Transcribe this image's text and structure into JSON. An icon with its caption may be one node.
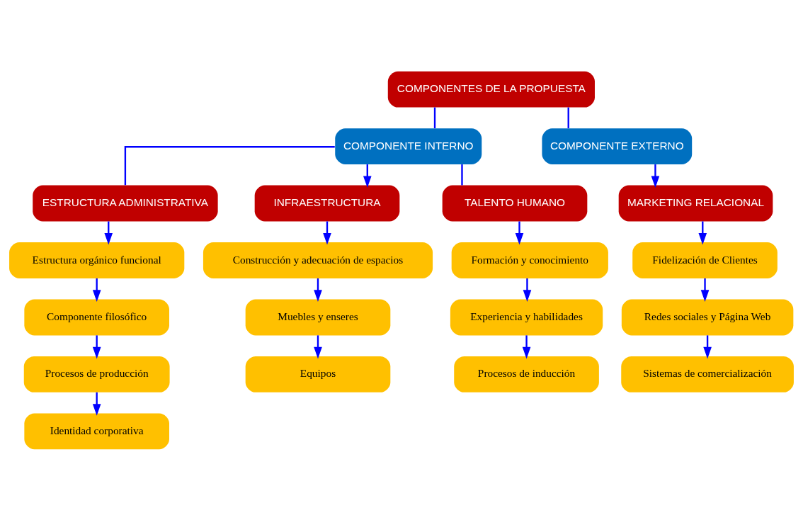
{
  "diagram": {
    "nodes": [
      {
        "text": [
          "COMPONENTES DE LA PROPUESTA"
        ]
      },
      {
        "text": [
          "COMPONENTE INTERNO"
        ]
      },
      {
        "text": [
          "COMPONENTE EXTERNO"
        ]
      },
      {
        "text": [
          "ESTRUCTURA ADMINISTRATIVA"
        ]
      },
      {
        "text": [
          "INFRAESTRUCTURA"
        ]
      },
      {
        "text": [
          "TALENTO HUMANO"
        ]
      },
      {
        "text": [
          "MARKETING RELACIONAL"
        ]
      },
      {
        "text": [
          "Estructura orgánico funcional"
        ]
      },
      {
        "text": [
          "Construcción y adecuación de espacios"
        ]
      },
      {
        "text": [
          "Formación y conocimiento"
        ]
      },
      {
        "text": [
          "Fidelización de Clientes"
        ]
      },
      {
        "text": [
          "Componente filosófico"
        ]
      },
      {
        "text": [
          "Muebles y enseres"
        ]
      },
      {
        "text": [
          "Experiencia y habilidades"
        ]
      },
      {
        "text": [
          "Redes sociales y Página Web"
        ]
      },
      {
        "text": [
          "Procesos de producción"
        ]
      },
      {
        "text": [
          "Equipos"
        ]
      },
      {
        "text": [
          "Procesos de inducción"
        ]
      },
      {
        "text": [
          "Sistemas de comercialización"
        ]
      },
      {
        "text": [
          "Identidad corporativa"
        ]
      }
    ],
    "edges": [
      {
        "from": 0,
        "to": 1,
        "arrow": "none"
      },
      {
        "from": 0,
        "to": 2,
        "arrow": "none"
      },
      {
        "from": 1,
        "to": 3,
        "arrow": "none"
      },
      {
        "from": 1,
        "to": 4,
        "arrow": "to"
      },
      {
        "from": 1,
        "to": 5,
        "arrow": "none"
      },
      {
        "from": 2,
        "to": 6,
        "arrow": "to"
      },
      {
        "from": 3,
        "to": 7,
        "arrow": "to"
      },
      {
        "from": 7,
        "to": 11,
        "arrow": "to"
      },
      {
        "from": 11,
        "to": 15,
        "arrow": "to"
      },
      {
        "from": 15,
        "to": 19,
        "arrow": "to"
      },
      {
        "from": 4,
        "to": 8,
        "arrow": "to"
      },
      {
        "from": 8,
        "to": 12,
        "arrow": "to"
      },
      {
        "from": 12,
        "to": 16,
        "arrow": "to"
      },
      {
        "from": 5,
        "to": 9,
        "arrow": "to"
      },
      {
        "from": 9,
        "to": 13,
        "arrow": "to"
      },
      {
        "from": 13,
        "to": 17,
        "arrow": "to"
      },
      {
        "from": 6,
        "to": 10,
        "arrow": "to"
      },
      {
        "from": 10,
        "to": 14,
        "arrow": "to"
      },
      {
        "from": 14,
        "to": 18,
        "arrow": "to"
      }
    ]
  }
}
